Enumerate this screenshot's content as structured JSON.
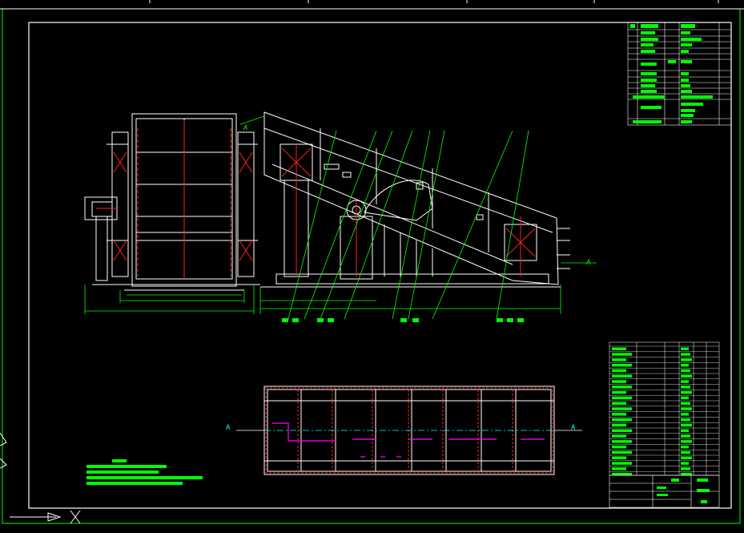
{
  "drawing": {
    "section_marker": "A",
    "section_marker_left": "A",
    "section_marker_right": "A",
    "colors": {
      "background": "#000000",
      "frame": "#ffffff",
      "outline": "#ffffff",
      "green": "#00ff00",
      "red": "#ff2020",
      "magenta": "#ff00ff",
      "cyan": "#00ffff",
      "yellow": "#ffff00"
    }
  }
}
